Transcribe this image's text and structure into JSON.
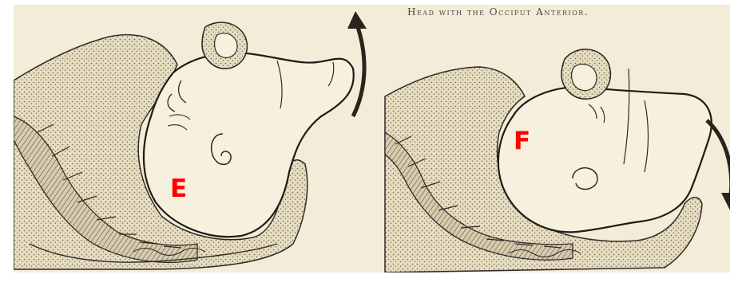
{
  "caption": "Head with the Occiput Anterior.",
  "figures": [
    {
      "label": "E",
      "description_icon": "pelvis-head-section-icon"
    },
    {
      "label": "F",
      "description_icon": "pelvis-head-section-icon"
    }
  ],
  "colors": {
    "paper": "#f3ecd8",
    "ink": "#2e2a24",
    "label": "#ff0000"
  }
}
